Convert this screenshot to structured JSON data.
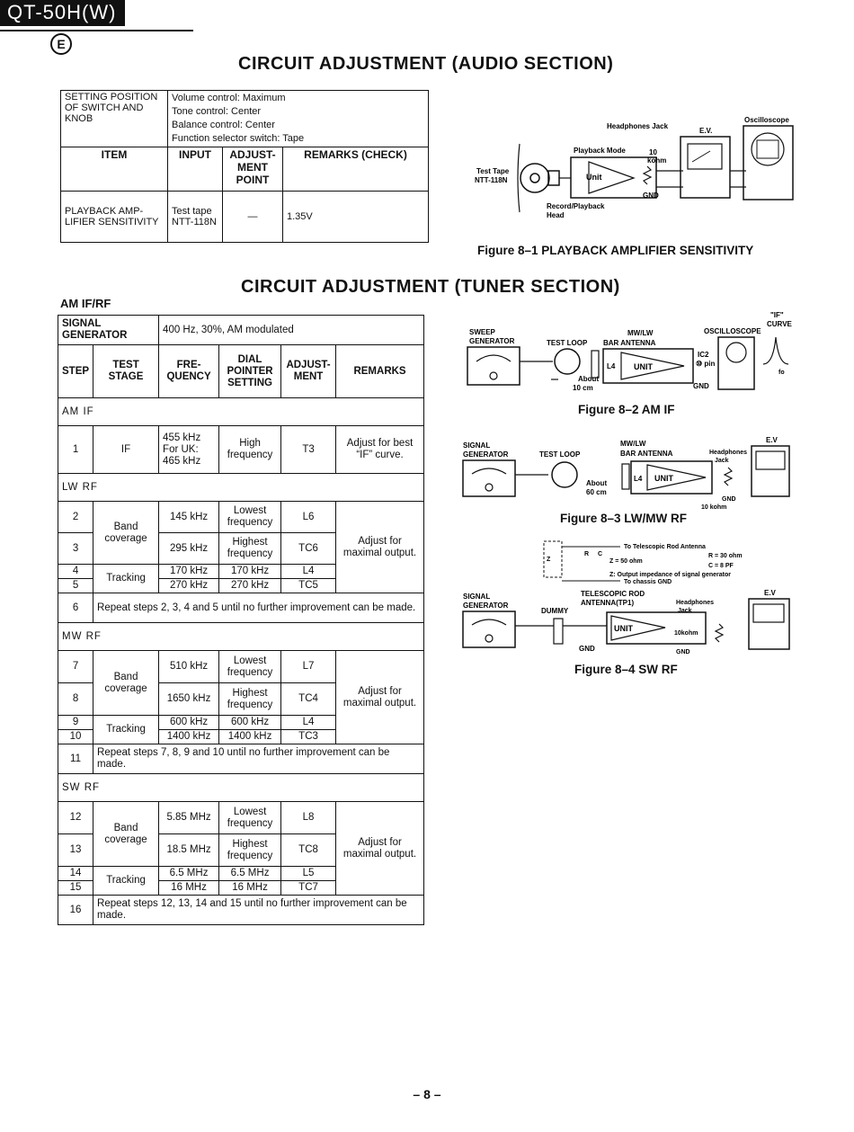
{
  "header": {
    "model": "QT-50H(W)",
    "region_mark": "E"
  },
  "audio": {
    "title": "CIRCUIT ADJUSTMENT (AUDIO SECTION)",
    "setting_label": "SETTING POSITION OF SWITCH AND KNOB",
    "settings": [
      "Volume control: Maximum",
      "Tone control: Center",
      "Balance control: Center",
      "Function selector switch: Tape"
    ],
    "headers": {
      "item": "ITEM",
      "input": "INPUT",
      "adjust": "ADJUST-MENT POINT",
      "remarks": "REMARKS (CHECK)"
    },
    "row": {
      "item": "PLAYBACK AMP-LIFIER SENSITIVITY",
      "input": "Test tape NTT-118N",
      "adjust": "—",
      "remarks": "1.35V"
    }
  },
  "fig1": {
    "caption": "Figure 8–1 PLAYBACK AMPLIFIER SENSITIVITY",
    "labels": {
      "test_tape": "Test Tape",
      "tape_no": "NTT-118N",
      "playback_mode": "Playback Mode",
      "unit": "Unit",
      "headphones": "Headphones Jack",
      "resistor": "10",
      "resistor_unit": "kohm",
      "gnd": "GND",
      "head1": "Record/Playback",
      "head2": "Head",
      "ev": "E.V.",
      "osc": "Oscilloscope"
    }
  },
  "tuner": {
    "title": "CIRCUIT ADJUSTMENT (TUNER SECTION)",
    "subtitle": "AM IF/RF",
    "signal_generator_label": "SIGNAL GENERATOR",
    "signal_generator_value": "400 Hz, 30%, AM modulated",
    "headers": {
      "step": "STEP",
      "stage": "TEST STAGE",
      "freq": "FRE-QUENCY",
      "dial": "DIAL POINTER SETTING",
      "adj": "ADJUST-MENT",
      "remarks": "REMARKS"
    },
    "am_if": {
      "label": "AM IF",
      "step": "1",
      "stage": "IF",
      "freq": "455 kHz For UK: 465 kHz",
      "dial": "High frequency",
      "adj": "T3",
      "remarks": "Adjust for best “IF” curve."
    },
    "lw_rf": {
      "label": "LW RF",
      "rows": [
        {
          "step": "2",
          "freq": "145 kHz",
          "dial": "Lowest frequency",
          "adj": "L6"
        },
        {
          "step": "3",
          "freq": "295 kHz",
          "dial": "Highest frequency",
          "adj": "TC6"
        },
        {
          "step": "4",
          "freq": "170 kHz",
          "dial": "170 kHz",
          "adj": "L4"
        },
        {
          "step": "5",
          "freq": "270 kHz",
          "dial": "270 kHz",
          "adj": "TC5"
        }
      ],
      "repeat_step": "6",
      "repeat": "Repeat steps 2, 3, 4 and 5 until no further improvement can be made."
    },
    "mw_rf": {
      "label": "MW RF",
      "rows": [
        {
          "step": "7",
          "freq": "510 kHz",
          "dial": "Lowest frequency",
          "adj": "L7"
        },
        {
          "step": "8",
          "freq": "1650 kHz",
          "dial": "Highest frequency",
          "adj": "TC4"
        },
        {
          "step": "9",
          "freq": "600 kHz",
          "dial": "600 kHz",
          "adj": "L4"
        },
        {
          "step": "10",
          "freq": "1400 kHz",
          "dial": "1400 kHz",
          "adj": "TC3"
        }
      ],
      "repeat_step": "11",
      "repeat": "Repeat steps 7, 8, 9 and 10 until no further improvement can be made."
    },
    "sw_rf": {
      "label": "SW RF",
      "rows": [
        {
          "step": "12",
          "freq": "5.85 MHz",
          "dial": "Lowest frequency",
          "adj": "L8"
        },
        {
          "step": "13",
          "freq": "18.5 MHz",
          "dial": "Highest frequency",
          "adj": "TC8"
        },
        {
          "step": "14",
          "freq": "6.5 MHz",
          "dial": "6.5 MHz",
          "adj": "L5"
        },
        {
          "step": "15",
          "freq": "16 MHz",
          "dial": "16 MHz",
          "adj": "TC7"
        }
      ],
      "repeat_step": "16",
      "repeat": "Repeat steps 12, 13, 14 and 15 until no further improvement can be made."
    },
    "band_coverage": "Band coverage",
    "tracking": "Tracking",
    "adjust_max": "Adjust for maximal output."
  },
  "fig2": {
    "caption": "Figure 8–2 AM IF",
    "labels": {
      "sweep1": "SWEEP",
      "sweep2": "GENERATOR",
      "loop": "TEST LOOP",
      "ant1": "MW/LW",
      "ant2": "BAR ANTENNA",
      "osc": "OSCILLOSCOPE",
      "if1": "\"IF\"",
      "if2": "CURVE",
      "l4": "L4",
      "unit": "UNIT",
      "ic": "IC2",
      "pin": "⑩ pin",
      "gnd": "GND",
      "about": "About",
      "dist": "10 cm",
      "fo": "fo"
    }
  },
  "fig3": {
    "caption": "Figure 8–3 LW/MW RF",
    "labels": {
      "sg1": "SIGNAL",
      "sg2": "GENERATOR",
      "loop": "TEST LOOP",
      "ant1": "MW/LW",
      "ant2": "BAR ANTENNA",
      "ev": "E.V",
      "hp1": "Headphones",
      "hp2": "Jack",
      "l4": "L4",
      "unit": "UNIT",
      "about": "About",
      "dist": "60 cm",
      "gnd": "GND",
      "kohm": "10 kohm"
    }
  },
  "fig4": {
    "caption": "Figure 8–4 SW RF",
    "labels": {
      "rod": "To Telescopic Rod Antenna",
      "r": "R = 30 ohm",
      "c": "C = 8 PF",
      "z": "Z = 50 ohm",
      "zdesc": "Z: Output impedance of signal generator",
      "chassis": "To chassis GND",
      "sg1": "SIGNAL",
      "sg2": "GENERATOR",
      "dummy": "DUMMY",
      "tel1": "TELESCOPIC ROD",
      "tel2": "ANTENNA(TP1)",
      "ev": "E.V",
      "hp1": "Headphones",
      "hp2": "Jack",
      "unit": "UNIT",
      "kohm": "10kohm",
      "gnd": "GND",
      "rl": "R",
      "cl": "C",
      "zl": "Z"
    }
  },
  "page_number": "– 8 –"
}
